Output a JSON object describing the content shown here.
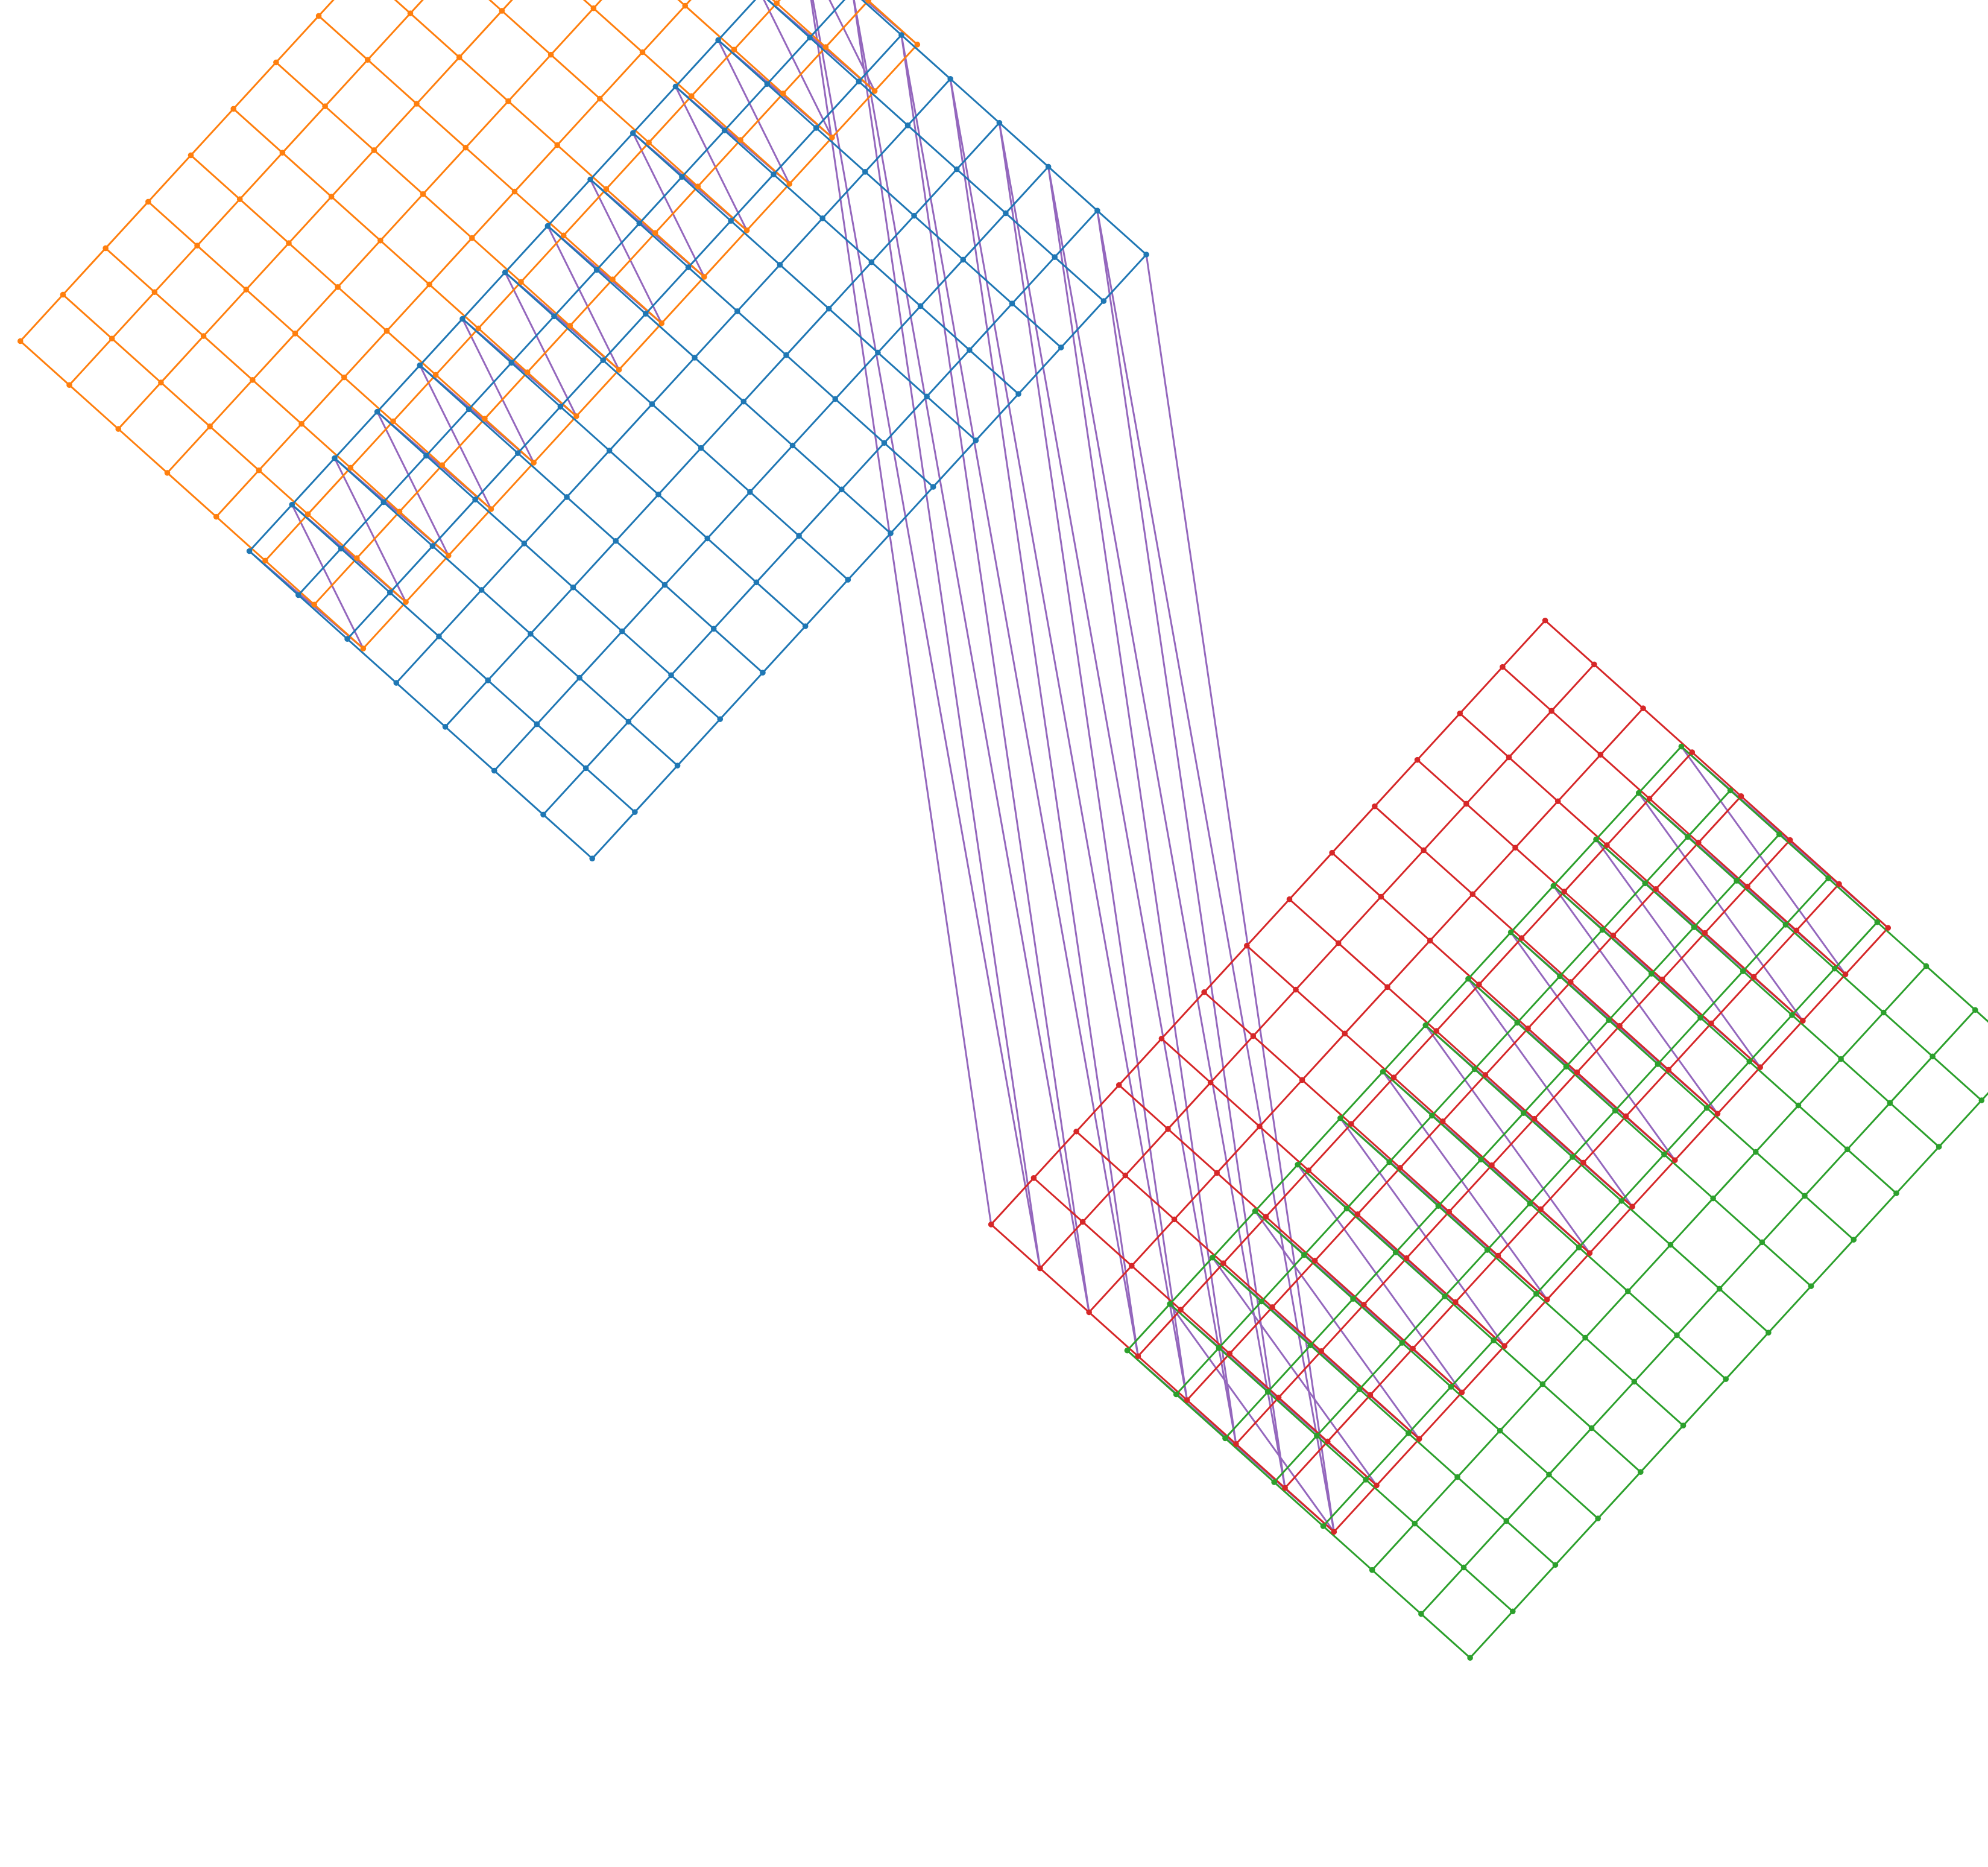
{
  "diagram": {
    "type": "grid-graph",
    "background": "#ffffff",
    "clusters": [
      {
        "id": "orange",
        "color": "#ff7f0e",
        "rows": 8,
        "cols": 14
      },
      {
        "id": "blue",
        "color": "#1f77b4",
        "rows": 8,
        "cols": 14
      },
      {
        "id": "red",
        "color": "#d62728",
        "rows": 8,
        "cols": 14
      },
      {
        "id": "green",
        "color": "#2ca02c",
        "rows": 8,
        "cols": 14
      }
    ],
    "bridges": [
      {
        "from": "orange",
        "to": "blue",
        "color": "#9467bd"
      },
      {
        "from": "blue",
        "to": "red",
        "color": "#9467bd"
      },
      {
        "from": "red",
        "to": "green",
        "color": "#9467bd"
      }
    ],
    "node_color_source": "cluster"
  }
}
